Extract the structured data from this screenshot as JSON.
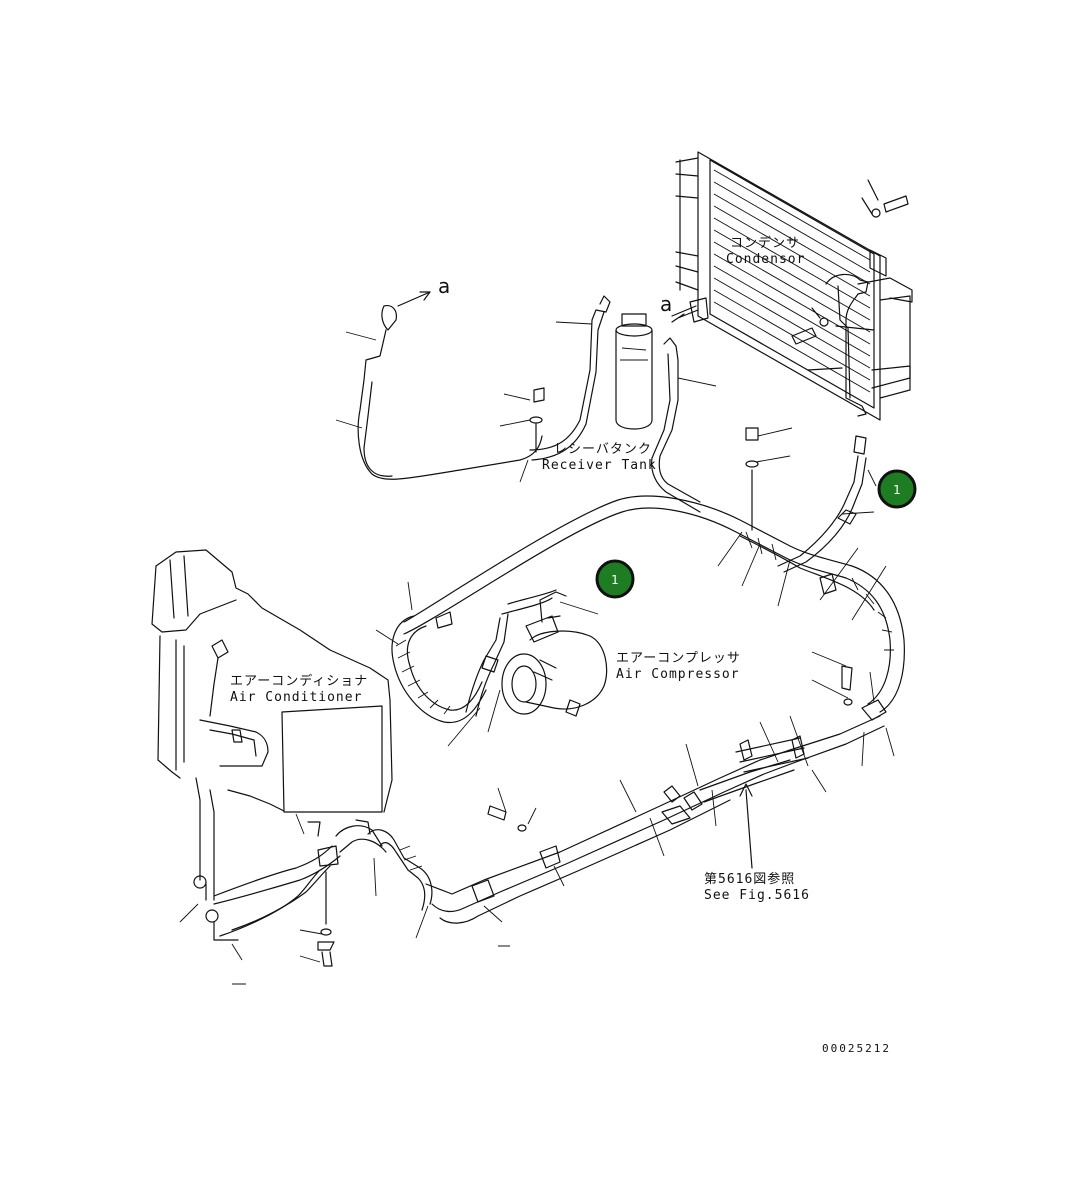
{
  "labels": {
    "condensor_jp": "コンデンサ",
    "condensor_en": "Condensor",
    "receiver_jp": "レシーバタンク",
    "receiver_en": "Receiver Tank",
    "compressor_jp": "エアーコンプレッサ",
    "compressor_en": "Air Compressor",
    "aircon_jp": "エアーコンディショナ",
    "aircon_en": "Air Conditioner",
    "see_fig_jp": "第5616図参照",
    "see_fig_en": "See Fig.5616",
    "drawing_number": "00025212"
  },
  "ref_letters": {
    "a_left": "a",
    "a_right": "a"
  },
  "callouts": [
    {
      "number": "1",
      "color": "#1e7d22"
    },
    {
      "number": "1",
      "color": "#1e7d22"
    }
  ]
}
